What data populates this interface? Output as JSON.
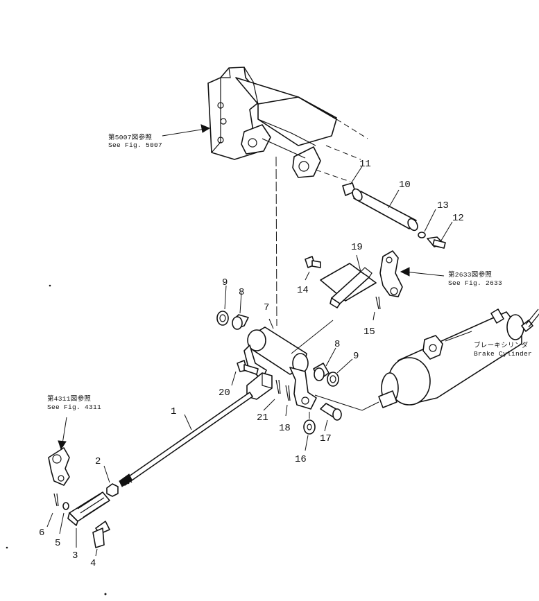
{
  "references": {
    "fig5007": {
      "jp": "第5007図参照",
      "en": "See  Fig. 5007"
    },
    "fig2633": {
      "jp": "第2633図参照",
      "en": "See  Fig. 2633"
    },
    "fig4311": {
      "jp": "第4311図参照",
      "en": "See  Fig. 4311"
    },
    "brake_cylinder": {
      "jp": "ブレーキシリンダ",
      "en": "Brake  Cylinder"
    }
  },
  "callouts": [
    "1",
    "2",
    "3",
    "4",
    "5",
    "6",
    "7",
    "8",
    "8",
    "9",
    "9",
    "10",
    "11",
    "12",
    "13",
    "14",
    "15",
    "16",
    "17",
    "18",
    "19",
    "20",
    "21"
  ]
}
